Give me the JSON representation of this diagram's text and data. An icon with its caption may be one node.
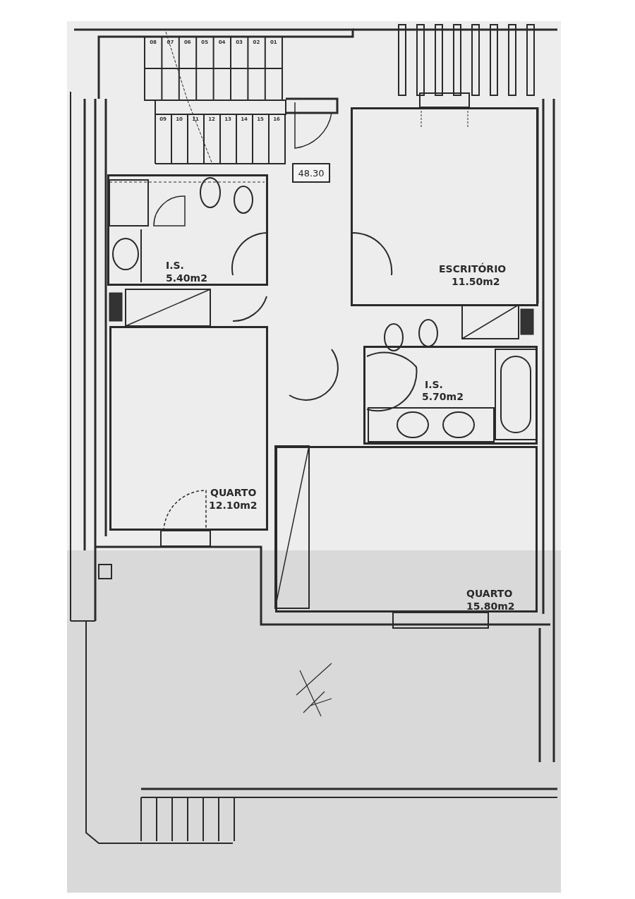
{
  "diagram": {
    "nodes": [
      {
        "text": [
          "48.30"
        ]
      },
      {
        "text": [
          "I.S.",
          "5.40m2"
        ]
      },
      {
        "text": [
          "ESCRITÓRIO",
          "11.50m2"
        ]
      },
      {
        "text": [
          "I.S.",
          "5.70m2"
        ]
      },
      {
        "text": [
          "QUARTO",
          "12.10m2"
        ]
      },
      {
        "text": [
          "QUARTO",
          "15.80m2"
        ]
      }
    ],
    "labels": [
      "08",
      "07",
      "06",
      "05",
      "04",
      "03",
      "02",
      "01",
      "09",
      "10",
      "11",
      "12",
      "13",
      "14",
      "15",
      "16"
    ]
  }
}
